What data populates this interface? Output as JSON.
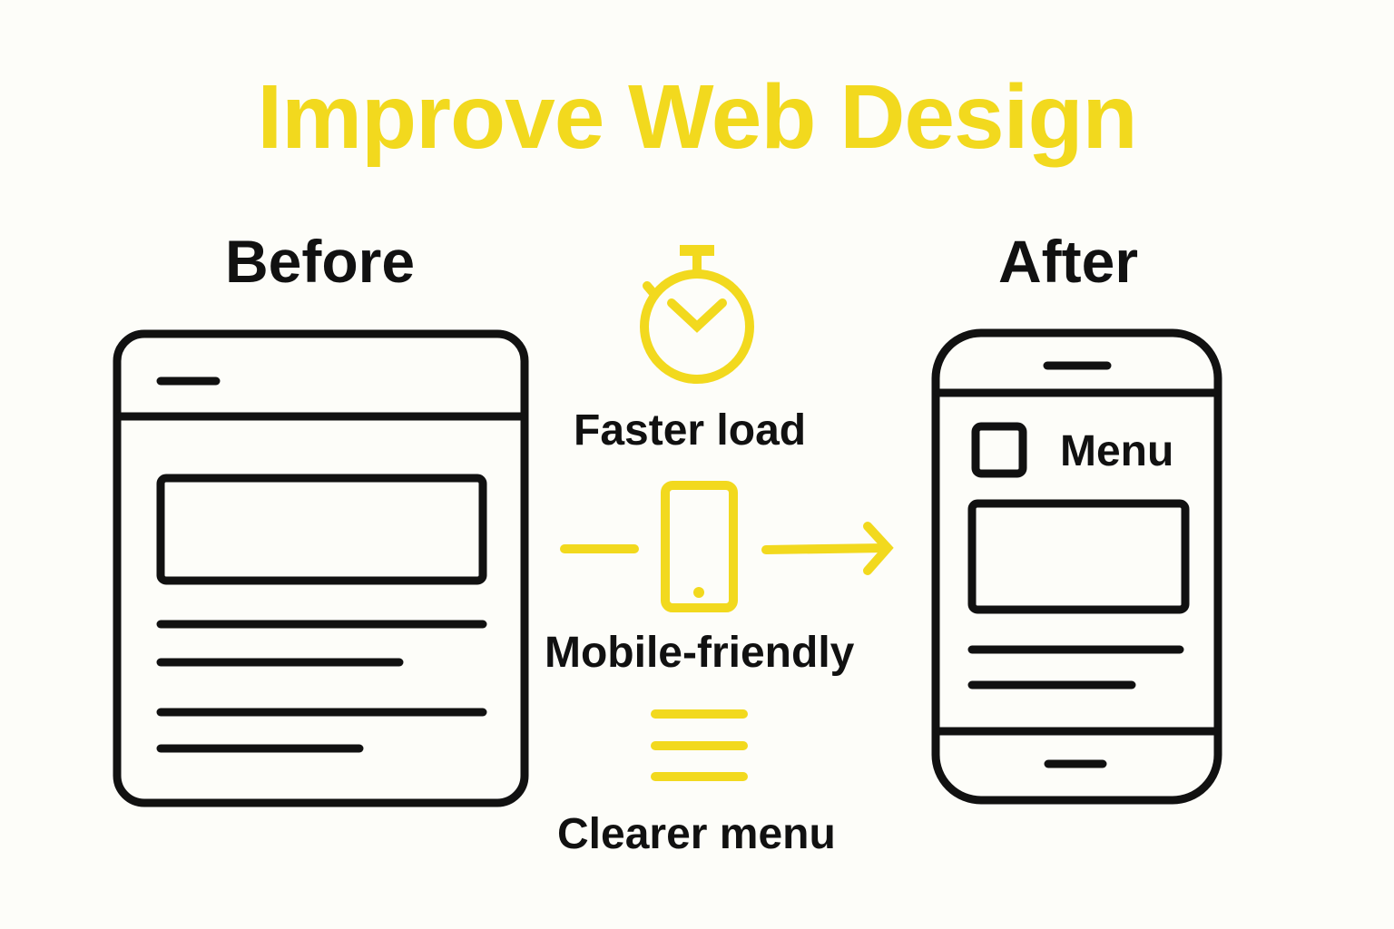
{
  "title": "Improve Web Design",
  "before": {
    "heading": "Before"
  },
  "after": {
    "heading": "After",
    "menu_label": "Menu"
  },
  "benefits": [
    {
      "icon": "stopwatch-icon",
      "label": "Faster load"
    },
    {
      "icon": "smartphone-icon",
      "label": "Mobile-friendly"
    },
    {
      "icon": "hamburger-menu-icon",
      "label": "Clearer menu"
    }
  ],
  "colors": {
    "accent": "#f2d91e",
    "ink": "#111111",
    "background": "#fdfdf9"
  }
}
